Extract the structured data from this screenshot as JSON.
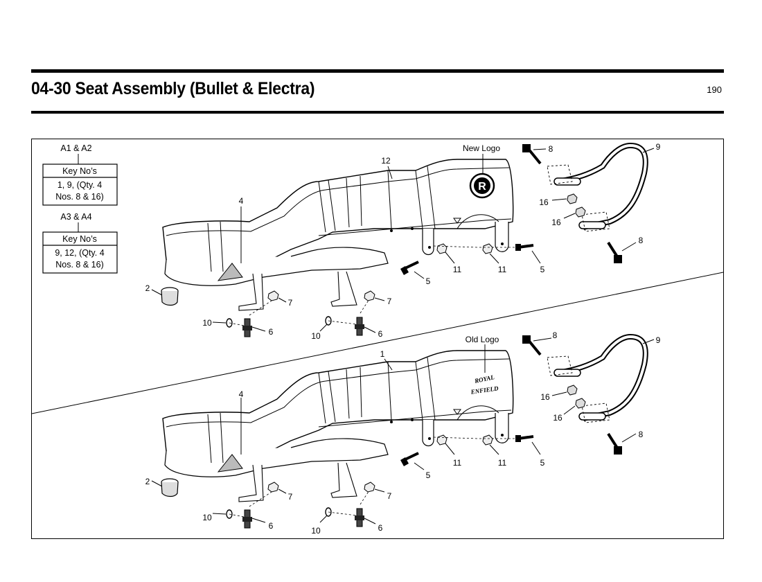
{
  "header": {
    "title": "04-30 Seat Assembly (Bullet & Electra)",
    "page_number": "190"
  },
  "key_boxes": [
    {
      "caption": "A1 & A2",
      "header": "Key No’s",
      "lines": [
        "1, 9, (Qty. 4",
        "Nos. 8 & 16)"
      ]
    },
    {
      "caption": "A3 & A4",
      "header": "Key No’s",
      "lines": [
        "9, 12, (Qty. 4",
        "Nos. 8 & 16)"
      ]
    }
  ],
  "assemblies": [
    {
      "logo_label": "New Logo",
      "seat_number": "12",
      "logo_text": [
        "R"
      ],
      "labels": {
        "frame": "4",
        "cap": "2",
        "nut": "7",
        "washer": "10",
        "stud": "6",
        "bolt_left": "5",
        "nut_a": "11",
        "nut_b": "11",
        "bolt_right": "5",
        "rail_bolt_top": "8",
        "rail": "9",
        "rail_nut_a": "16",
        "rail_nut_b": "16",
        "rail_bolt_bottom": "8"
      }
    },
    {
      "logo_label": "Old Logo",
      "seat_number": "1",
      "logo_text": [
        "ROYAL",
        "ENFIELD"
      ],
      "labels": {
        "frame": "4",
        "cap": "2",
        "nut": "7",
        "washer": "10",
        "stud": "6",
        "bolt_left": "5",
        "nut_a": "11",
        "nut_b": "11",
        "bolt_right": "5",
        "rail_bolt_top": "8",
        "rail": "9",
        "rail_nut_a": "16",
        "rail_nut_b": "16",
        "rail_bolt_bottom": "8"
      }
    }
  ]
}
